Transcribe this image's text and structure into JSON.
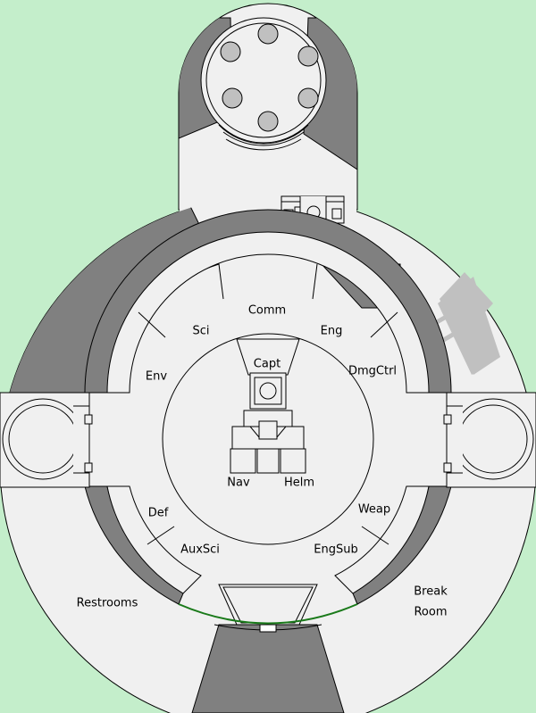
{
  "colors": {
    "background": "#c4eecb",
    "floor": "#f0f0f0",
    "wall": "#808080",
    "wall_light": "#c0c0c0",
    "door_line": "#1a7a1a"
  },
  "map": {
    "stations": {
      "comm": "Comm",
      "sci": "Sci",
      "eng": "Eng",
      "env": "Env",
      "dmgctrl": "DmgCtrl",
      "capt": "Capt",
      "nav": "Nav",
      "helm": "Helm",
      "def": "Def",
      "weap": "Weap",
      "auxsci": "AuxSci",
      "engsub": "EngSub"
    },
    "rooms": {
      "restrooms": "Restrooms",
      "break_room_line1": "Break",
      "break_room_line2": "Room"
    },
    "icons": [
      "transporter-pad-icon",
      "console-icon",
      "captain-chair-icon",
      "escape-pod-icon",
      "airlock-icon"
    ]
  }
}
